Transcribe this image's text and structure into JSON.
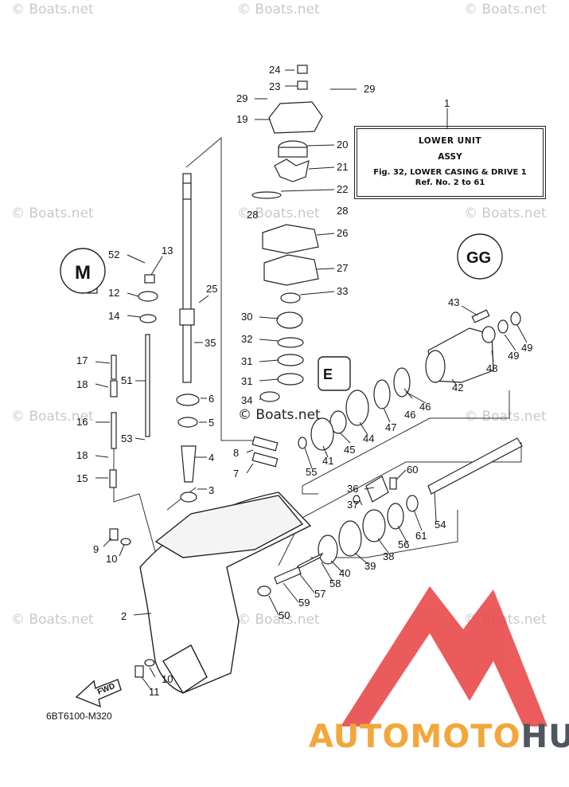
{
  "watermark_text": "© Boats.net",
  "center_watermark": "© Boats.net",
  "info_box": {
    "number": "1",
    "title": "LOWER UNIT",
    "subtitle": "ASSY",
    "figure": "Fig. 32, LOWER CASING & DRIVE 1",
    "ref": "Ref. No. 2 to 61"
  },
  "figure_code": "6BT6100-M320",
  "fwd_label": "FWD",
  "brand": {
    "part1": "AUTOMOTO",
    "part2": "HUB",
    "accent": "#f3a73a",
    "dark": "#505660",
    "logo_color": "#e33a3a"
  },
  "callouts": [
    "24",
    "23",
    "29",
    "29",
    "19",
    "20",
    "21",
    "22",
    "28",
    "28",
    "26",
    "27",
    "33",
    "30",
    "32",
    "31",
    "31",
    "34",
    "52",
    "13",
    "12",
    "14",
    "25",
    "35",
    "17",
    "18",
    "51",
    "16",
    "53",
    "18",
    "15",
    "6",
    "5",
    "4",
    "8",
    "7",
    "3",
    "9",
    "10",
    "2",
    "10",
    "11",
    "43",
    "49",
    "49",
    "48",
    "42",
    "46",
    "46",
    "47",
    "44",
    "45",
    "41",
    "55",
    "60",
    "36",
    "37",
    "38",
    "56",
    "61",
    "54",
    "40",
    "39",
    "58",
    "57",
    "59",
    "50"
  ]
}
